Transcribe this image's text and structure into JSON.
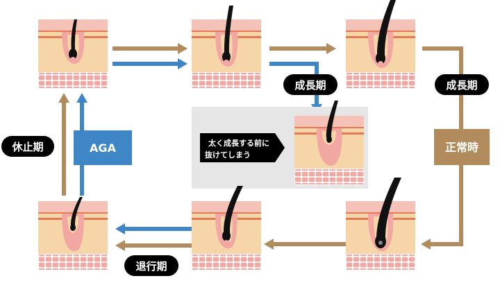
{
  "labels": {
    "growth_blue": "成長期",
    "growth_normal": "成長期",
    "normal": "正常時",
    "aga": "AGA",
    "rest": "休止期",
    "regression": "退行期",
    "callout_line1": "太く成長する前に",
    "callout_line2": "抜けてしまう"
  },
  "colors": {
    "normal_cycle": "#b18b5c",
    "aga_cycle": "#3f86c6",
    "label_dark": "#000000",
    "aga_box": "#3f86c6",
    "normal_box": "#b18b5c",
    "panel": "#e6e6e6",
    "skin_top": "#f5c2b8",
    "skin_line": "#e47a55",
    "tissue": "#f6d6a8",
    "follicle": "#f2a7a3",
    "hair": "#111111",
    "cells": "#f2a7a3"
  }
}
